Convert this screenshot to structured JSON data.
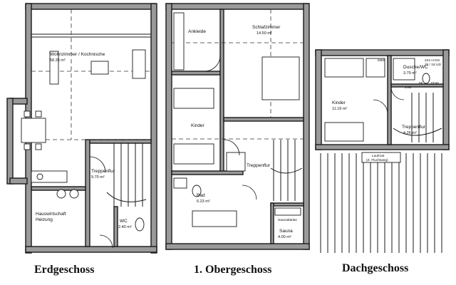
{
  "captions": {
    "floor_ground": "Erdgeschoss",
    "floor_upper": "1. Obergeschoss",
    "floor_attic": "Dachgeschoss"
  },
  "ground_floor": {
    "living": {
      "name": "Wohnzimmer / Kochnische",
      "area": "58.35 m²"
    },
    "stair": {
      "name": "Treppenflur",
      "area": "9.70 m²"
    },
    "utility": {
      "name": "Hauswirtschaft\nHeizung",
      "area": ""
    },
    "wc": {
      "name": "WC",
      "area": "2.40 m²"
    }
  },
  "upper_floor": {
    "dressing": {
      "name": "Ankleide"
    },
    "bedroom": {
      "name": "Schlafzimmer",
      "area": "14.50 m²"
    },
    "kids": {
      "name": "Kinder"
    },
    "stair": {
      "name": "Treppenflur"
    },
    "bath": {
      "name": "Bad",
      "area": "6.23 m²"
    },
    "sauna_bench": {
      "name": "Saunabänke"
    },
    "sauna": {
      "name": "Sauna",
      "area": "4.00 m²"
    }
  },
  "attic_floor": {
    "kids": {
      "name": "Kinder",
      "area": "11.19 m²"
    },
    "shower": {
      "name": "Dusche/WC",
      "area": "3.79 m²"
    },
    "stair": {
      "name": "Treppenflur",
      "area": "4.26 m²"
    },
    "eaves": {
      "name": "Laufrost\n(Z. Fluchtweg)"
    },
    "eaves_label": "DBS",
    "dim1": "86",
    "dim2": "10'40",
    "dim3": "1.80",
    "top_note": "222 H DG\n25 / 18 UD"
  }
}
